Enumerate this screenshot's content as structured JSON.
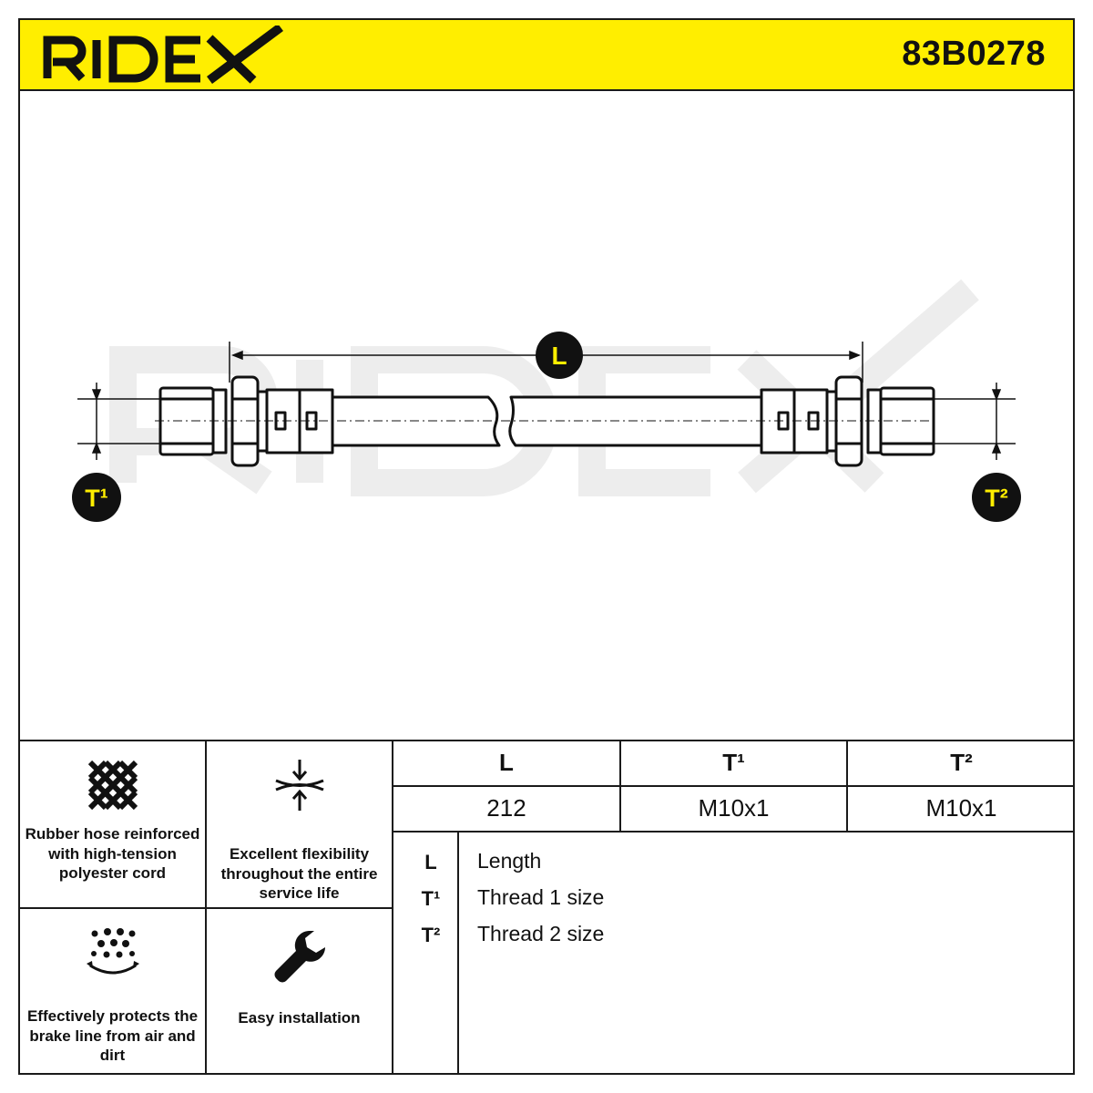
{
  "brand": {
    "logo_text": "RIDEX",
    "part_number": "83B0278",
    "accent": "#ffee00"
  },
  "drawing": {
    "watermark": "RIDEX",
    "labels": {
      "length": "L",
      "thread1": "T¹",
      "thread2": "T²"
    }
  },
  "features": [
    {
      "icon": "mesh-icon",
      "text": "Rubber hose reinforced with high-tension polyester cord"
    },
    {
      "icon": "flex-arrows-icon",
      "text": "Excellent flexibility throughout the entire service life"
    },
    {
      "icon": "dirt-shield-icon",
      "text": "Effectively protects the brake line from air and dirt"
    },
    {
      "icon": "wrench-icon",
      "text": "Easy installation"
    }
  ],
  "specs": {
    "headers": [
      "L",
      "T¹",
      "T²"
    ],
    "values": [
      "212",
      "M10x1",
      "M10x1"
    ]
  },
  "legend": [
    {
      "symbol": "L",
      "label": "Length"
    },
    {
      "symbol": "T¹",
      "label": "Thread 1 size"
    },
    {
      "symbol": "T²",
      "label": "Thread 2 size"
    }
  ]
}
